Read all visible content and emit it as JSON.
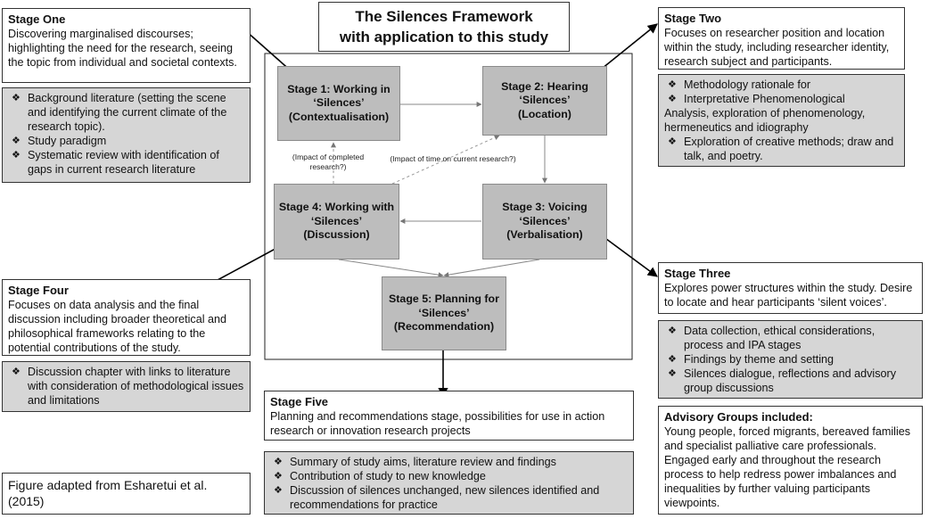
{
  "title": {
    "line1": "The Silences Framework",
    "line2": "with application to this study"
  },
  "stage_one": {
    "heading": "Stage One",
    "text": "Discovering marginalised discourses; highlighting the need for the research, seeing the topic from individual and societal contexts.",
    "bullets": [
      "Background literature (setting the scene and identifying the current climate of the research topic).",
      "Study paradigm",
      "Systematic review with identification of gaps in current research literature"
    ]
  },
  "stage_two": {
    "heading": "Stage Two",
    "text": "Focuses on researcher position and location within the study, including researcher identity, research subject and participants.",
    "bullet1": "Methodology rationale for",
    "bullet2": "Interpretative Phenomenological",
    "continuation": "Analysis, exploration of phenomenology, hermeneutics and idiography",
    "bullet3": "Exploration of creative methods; draw and talk, and poetry."
  },
  "stage_three": {
    "heading": "Stage Three",
    "text": "Explores power structures within the study. Desire to locate and hear participants ‘silent voices’.",
    "bullets": [
      "Data collection, ethical considerations, process and IPA stages",
      "Findings by theme and setting",
      "Silences dialogue, reflections and advisory group discussions"
    ]
  },
  "stage_four": {
    "heading": "Stage Four",
    "text": "Focuses on data analysis and the final discussion including broader theoretical and philosophical frameworks relating to the potential contributions of the study.",
    "bullets": [
      "Discussion chapter with links to literature with consideration of methodological issues and limitations"
    ]
  },
  "stage_five": {
    "heading": "Stage Five",
    "text": "Planning and recommendations stage, possibilities for use in action research or innovation research projects",
    "bullets": [
      "Summary of study aims, literature review and findings",
      "Contribution of study to new knowledge",
      "Discussion of silences unchanged, new silences identified and recommendations for practice"
    ]
  },
  "advisory": {
    "heading": "Advisory Groups included:",
    "text": "Young people, forced migrants, bereaved families and specialist palliative care professionals. Engaged early and throughout the research process to help redress power imbalances and inequalities by further valuing participants viewpoints."
  },
  "citation": "Figure adapted from Esharetui et al. (2015)",
  "bullet_marker": "❖",
  "nodes": {
    "n1": {
      "l1": "Stage 1: Working in",
      "l2": "‘Silences’",
      "l3": "(Contextualisation)"
    },
    "n2": {
      "l1": "Stage 2: Hearing",
      "l2": "‘Silences’",
      "l3": "(Location)"
    },
    "n3": {
      "l1": "Stage 3: Voicing",
      "l2": "‘Silences’",
      "l3": "(Verbalisation)"
    },
    "n4": {
      "l1": "Stage 4: Working with",
      "l2": "‘Silences’",
      "l3": "(Discussion)"
    },
    "n5": {
      "l1": "Stage 5: Planning for",
      "l2": "‘Silences’",
      "l3": "(Recommendation)"
    }
  },
  "notes": {
    "completed": "(Impact of completed research?)",
    "time": "(Impact of time on current research?)"
  }
}
